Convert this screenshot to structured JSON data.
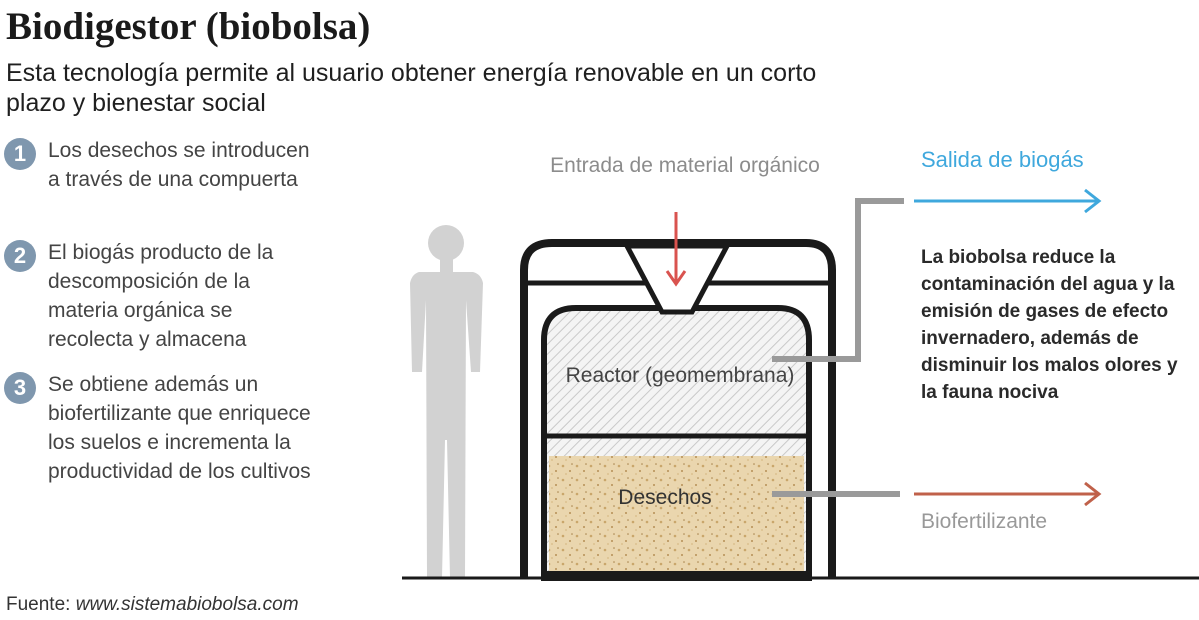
{
  "header": {
    "title": "Biodigestor (biobolsa)",
    "subtitle": "Esta tecnología permite al usuario obtener energía renovable en un corto plazo y bienestar social"
  },
  "steps": [
    {
      "number": "1",
      "text": "Los desechos se introducen a través de una compuerta"
    },
    {
      "number": "2",
      "text": "El biogás producto de la descomposición de la materia orgánica se recolecta y almacena"
    },
    {
      "number": "3",
      "text": "Se obtiene además un biofertilizante que enriquece los suelos e incrementa la productividad de los cultivos"
    }
  ],
  "diagram": {
    "entrada": "Entrada de material orgánico",
    "salida_biogas": "Salida de biogás",
    "description": "La biobolsa reduce la contaminación del agua y la emisión de gases de efecto invernadero, además de disminuir los malos olores y la fauna nociva",
    "reactor": "Reactor (geomembrana)",
    "desechos": "Desechos",
    "biofertilizante": "Biofertilizante"
  },
  "source": {
    "label": "Fuente:",
    "url": "www.sistemabiobolsa.com"
  },
  "colors": {
    "biogas_arrow": "#3fa8dd",
    "entrada_arrow": "#d9534f",
    "biofert_arrow": "#c0614a",
    "step_badge": "#7f97ae",
    "frame": "#1a1a1a",
    "connector": "#9a9a9a",
    "person_silhouette": "#d2d2d2",
    "waste_fill": "#e3c99a"
  },
  "icons": [
    "human-silhouette-icon",
    "arrow-right-icon",
    "arrow-down-icon"
  ]
}
